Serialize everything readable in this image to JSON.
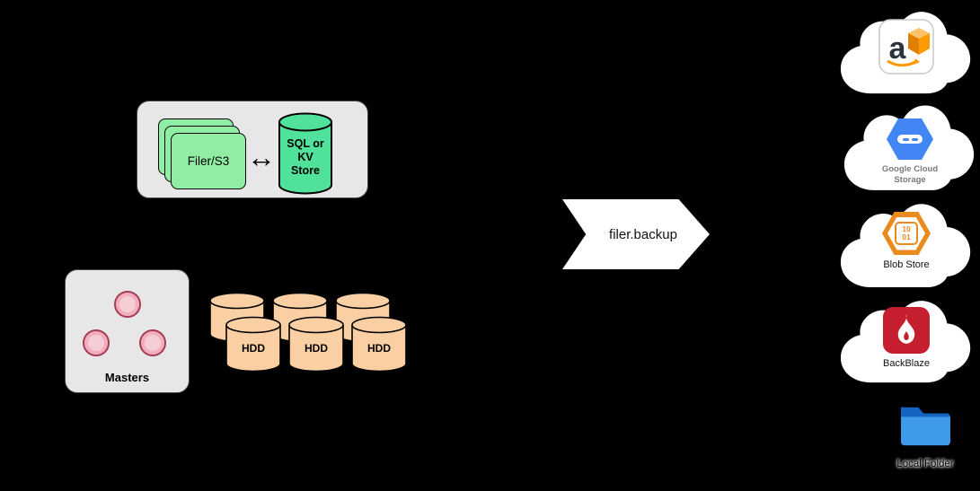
{
  "diagram": {
    "filer_group": {
      "filer_label": "Filer/S3",
      "arrow_glyph": "↔",
      "store_label": "SQL or\nKV\nStore"
    },
    "masters_label": "Masters",
    "hdd_labels": [
      "HDD",
      "HDD",
      "HDD"
    ],
    "backup_label": "filer.backup",
    "destinations": [
      {
        "id": "amazon-s3",
        "icon": "amazon-aws-icon",
        "icon_letter": "a",
        "label": ""
      },
      {
        "id": "google-cloud-storage",
        "icon": "google-cloud-hexagon-icon",
        "label": "Google Cloud\nStorage"
      },
      {
        "id": "blob-store",
        "icon": "azure-blob-hexagon-icon",
        "binary": [
          "10",
          "01"
        ],
        "label": "Blob Store"
      },
      {
        "id": "backblaze",
        "icon": "backblaze-flame-icon",
        "label": "BackBlaze"
      },
      {
        "id": "local-folder",
        "icon": "blue-folder-icon",
        "label": "Local Folder"
      }
    ],
    "colors": {
      "background": "#000000",
      "group_box_fill": "#e7e7e7",
      "filer_green": "#90eda4",
      "store_green": "#50e29b",
      "hdd_tan": "#f9cfa3",
      "master_pink": "#f5cdd5",
      "gcs_blue": "#4285f4",
      "blob_orange": "#ea8b1e",
      "backblaze_red": "#c41e2f",
      "folder_blue": "#3d9be9",
      "aws_orange": "#ff9900"
    }
  }
}
